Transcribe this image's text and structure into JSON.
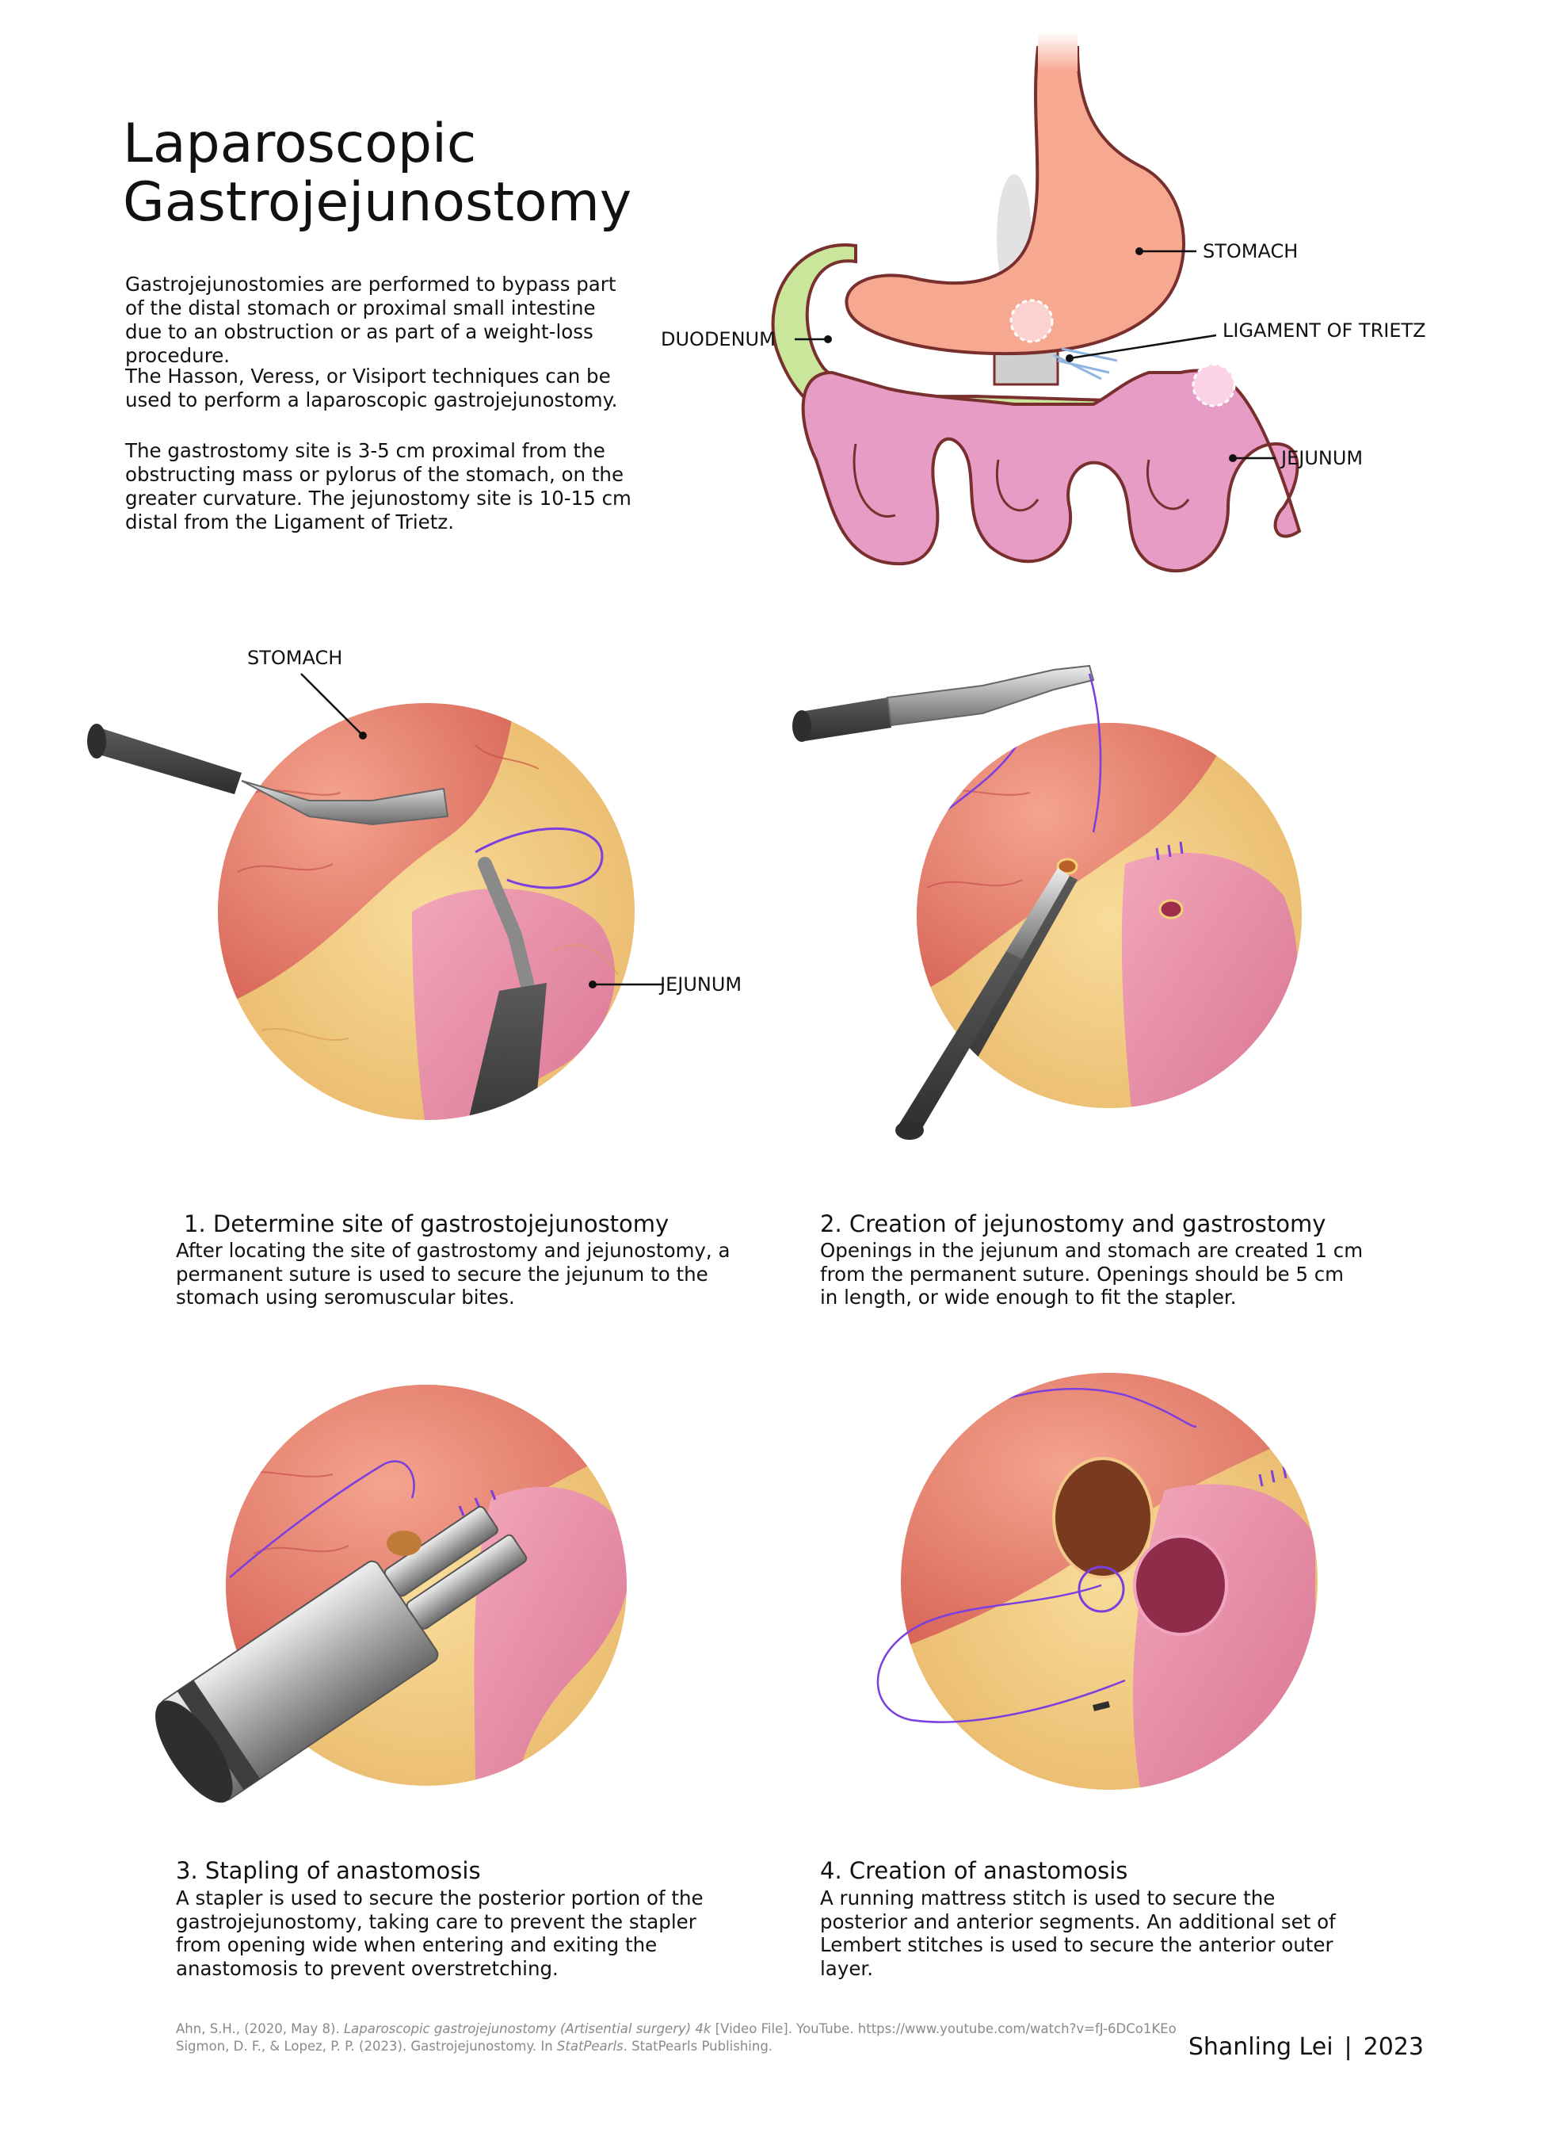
{
  "title_line1": "Laparoscopic",
  "title_line2": "Gastrojejunostomy",
  "intro": {
    "p1": "Gastrojejunostomies are performed to bypass part of the distal stomach or proximal small intestine due to an obstruction or as part of a weight-loss procedure.",
    "p2": "The Hasson, Veress, or Visiport techniques can be used to perform a laparoscopic gastrojejunostomy.",
    "p3": "The gastrostomy site is 3-5 cm proximal from the obstructing mass or pylorus of the stomach, on the greater curvature. The jejunostomy site is 10-15 cm distal from the Ligament of Trietz."
  },
  "anatomy_labels": {
    "stomach": "STOMACH",
    "ligament": "LIGAMENT OF TRIETZ",
    "duodenum": "DUODENUM",
    "jejunum": "JEJUNUM"
  },
  "step1_labels": {
    "stomach": "STOMACH",
    "jejunum": "JEJUNUM"
  },
  "steps": [
    {
      "heading": "1. Determine site of gastrostojejunostomy",
      "body": "After locating the site of gastrostomy and jejunostomy, a permanent suture is used to secure the jejunum to the stomach using seromuscular bites."
    },
    {
      "heading": "2. Creation of jejunostomy and gastrostomy",
      "body": "Openings in the jejunum and stomach are created 1 cm from the permanent suture. Openings should be 5 cm in length, or wide enough to fit the stapler."
    },
    {
      "heading": "3. Stapling of anastomosis",
      "body": "A stapler is used to secure the posterior portion of the gastrojejunostomy, taking care to prevent the stapler from opening wide when entering and exiting the anastomosis to prevent overstretching."
    },
    {
      "heading": "4. Creation of anastomosis",
      "body": "A running mattress stitch is used to secure the posterior and anterior segments. An additional set of Lembert stitches is used to secure the anterior outer layer."
    }
  ],
  "references": {
    "ref1_pre": "Ahn, S.H., (2020, May 8). ",
    "ref1_italic": "Laparoscopic gastrojejunostomy (Artisential surgery) 4k",
    "ref1_post": " [Video File]. YouTube. https://www.youtube.com/watch?v=fJ-6DCo1KEo",
    "ref2_pre": "Sigmon, D. F., & Lopez, P. P. (2023). Gastrojejunostomy. In ",
    "ref2_italic": "StatPearls",
    "ref2_post": ". StatPearls Publishing."
  },
  "author": "Shanling Lei",
  "separator": "|",
  "year": "2023",
  "colors": {
    "stomach": "#f7a890",
    "duodenum": "#c9e69b",
    "jejunum": "#e79cc6",
    "outline": "#7a2f2f",
    "fat": "#f2d27e",
    "tissue_red": "#e58677",
    "suture": "#7b3fe0",
    "instrument": "#3e3e3e"
  }
}
